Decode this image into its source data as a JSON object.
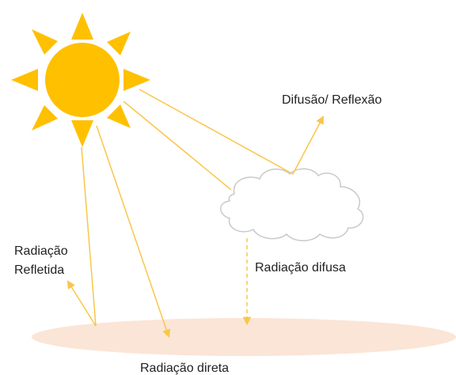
{
  "labels": {
    "scatter": "Difusão/ Reflexão",
    "reflected_line1": "Radiação",
    "reflected_line2": "Refletida",
    "diffuse": "Radiação difusa",
    "direct": "Radiação direta"
  },
  "colors": {
    "sun": "#FFC000",
    "ray": "#F9C64A",
    "ground": "#FBE5D6",
    "cloud_fill": "#FFFFFF",
    "cloud_stroke": "#C9C9C9",
    "text": "#222222"
  }
}
